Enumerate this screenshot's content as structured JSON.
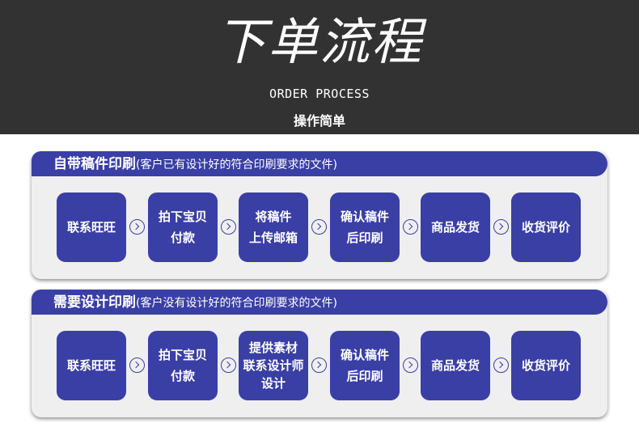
{
  "header": {
    "title": "下单流程",
    "subtitle_en": "ORDER PROCESS",
    "subtitle_cn": "操作简单"
  },
  "panels": [
    {
      "title": "自带稿件印刷",
      "note": "(客户已有设计好的符合印刷要求的文件)",
      "steps": [
        {
          "line1": "联系旺旺",
          "line2": ""
        },
        {
          "line1": "拍下宝贝",
          "line2": "付款"
        },
        {
          "line1": "将稿件",
          "line2": "上传邮箱"
        },
        {
          "line1": "确认稿件",
          "line2": "后印刷"
        },
        {
          "line1": "商品发货",
          "line2": ""
        },
        {
          "line1": "收货评价",
          "line2": ""
        }
      ]
    },
    {
      "title": "需要设计印刷",
      "note": "(客户没有设计好的符合印刷要求的文件)",
      "steps": [
        {
          "line1": "联系旺旺",
          "line2": ""
        },
        {
          "line1": "拍下宝贝",
          "line2": "付款"
        },
        {
          "line1": "提供素材",
          "line2": "联系设计师",
          "line3": "设计"
        },
        {
          "line1": "确认稿件",
          "line2": "后印刷"
        },
        {
          "line1": "商品发货",
          "line2": ""
        },
        {
          "line1": "收货评价",
          "line2": ""
        }
      ]
    }
  ],
  "colors": {
    "header_bg": "#323232",
    "accent": "#3a3fa5",
    "panel_bg": "#efefef"
  },
  "icons": {
    "step_separator": "chevron-right-circle-icon"
  }
}
